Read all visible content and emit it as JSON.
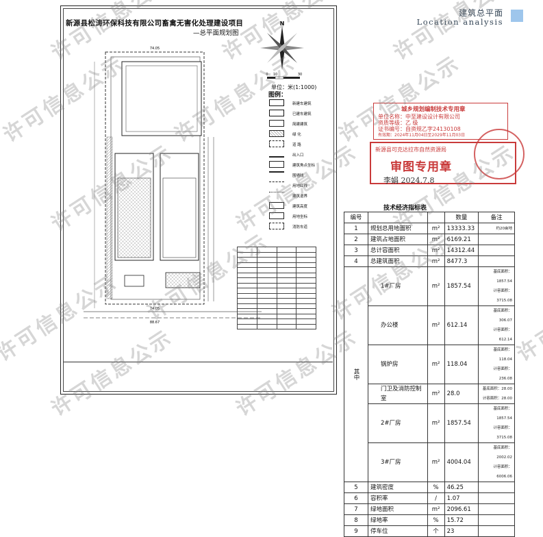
{
  "header": {
    "title": "建筑总平面",
    "subtitle": "Location  analysis",
    "accent_color": "#9ec6ec"
  },
  "drawing": {
    "project_title": "新源县松涛环保科技有限公司畜禽无害化处理建设项目",
    "plan_title": "—总平面规划图",
    "north_label": "N",
    "scale_ticks": [
      "0",
      "10",
      "30"
    ],
    "scale_unit": "单位：米(1:1000)",
    "dim_top": "74.05",
    "dim_bottom": "74.05",
    "dim_bottom2": "88.67"
  },
  "legend": {
    "title": "图例：",
    "items": [
      {
        "label": "新建车建筑",
        "style": "new"
      },
      {
        "label": "已建车建筑",
        "style": "existing"
      },
      {
        "label": "简建建筑",
        "style": "simple"
      },
      {
        "label": "绿  化",
        "style": "green"
      },
      {
        "label": "道  路",
        "style": "road"
      },
      {
        "label": "出入口",
        "style": "entry"
      },
      {
        "label": "建筑角点坐标",
        "style": "coord"
      },
      {
        "label": "围墙线",
        "style": "wall"
      },
      {
        "label": "用地红线",
        "style": "redline"
      },
      {
        "label": "建筑退界",
        "style": "setback"
      },
      {
        "label": "建筑高度",
        "style": "height"
      },
      {
        "label": "用地坐标",
        "style": "coord2"
      },
      {
        "label": "消防车道",
        "style": "fire"
      }
    ]
  },
  "stamps": {
    "planning": {
      "title": "城乡规划编制技术专用章",
      "lines": [
        "单位名称：中至建设设计有限公司",
        "资质等级：乙  级",
        "证书编号：自资规乙字24130108",
        "有效期：2024年11月04日至2029年11月03日"
      ]
    },
    "review": {
      "line1": "新源县可克达拉市自然资源局",
      "line2": "审图专用章"
    },
    "signature": "李娟 2024.7.8"
  },
  "tech_table": {
    "caption": "技术经济指标表",
    "headers": [
      "编号",
      "",
      "数量",
      "备注"
    ],
    "rows": [
      {
        "no": "1",
        "name": "规划总用地面积",
        "unit": "m²",
        "value": "13333.33",
        "note": "约20亩地"
      },
      {
        "no": "2",
        "name": "建筑占地面积",
        "unit": "m²",
        "value": "6169.21",
        "note": ""
      },
      {
        "no": "3",
        "name": "总计容面积",
        "unit": "m²",
        "value": "14312.44",
        "note": ""
      },
      {
        "no": "4",
        "name": "总建筑面积",
        "unit": "m²",
        "value": "8477.3",
        "note": ""
      },
      {
        "no": "",
        "name": "1#厂房",
        "unit": "m²",
        "value": "1857.54",
        "note": "基底面积：1857.54\n计容面积：3715.08"
      },
      {
        "no": "",
        "name": "办公楼",
        "unit": "m²",
        "value": "612.14",
        "note": "基底面积：306.07\n计容面积：612.14"
      },
      {
        "no": "",
        "name": "锅炉房",
        "unit": "m²",
        "value": "118.04",
        "note": "基底面积：118.04\n计容面积：236.08"
      },
      {
        "no": "",
        "name": "门卫及消防控制室",
        "unit": "m²",
        "value": "28.0",
        "note": "基底面积：28.00\n计容面积：28.00"
      },
      {
        "no": "",
        "name": "2#厂房",
        "unit": "m²",
        "value": "1857.54",
        "note": "基底面积：1857.54\n计容面积：3715.08"
      },
      {
        "no": "",
        "name": "3#厂房",
        "unit": "m²",
        "value": "4004.04",
        "note": "基底面积：2002.02\n计容面积：6006.06"
      },
      {
        "no": "5",
        "name": "建筑密度",
        "unit": "%",
        "value": "46.25",
        "note": ""
      },
      {
        "no": "6",
        "name": "容积率",
        "unit": "/",
        "value": "1.07",
        "note": ""
      },
      {
        "no": "7",
        "name": "绿地面积",
        "unit": "m²",
        "value": "2096.61",
        "note": ""
      },
      {
        "no": "8",
        "name": "绿地率",
        "unit": "%",
        "value": "15.72",
        "note": ""
      },
      {
        "no": "9",
        "name": "停车位",
        "unit": "个",
        "value": "23",
        "note": ""
      }
    ],
    "group_label": "其中"
  },
  "watermark": {
    "text": "许可信息公示"
  }
}
